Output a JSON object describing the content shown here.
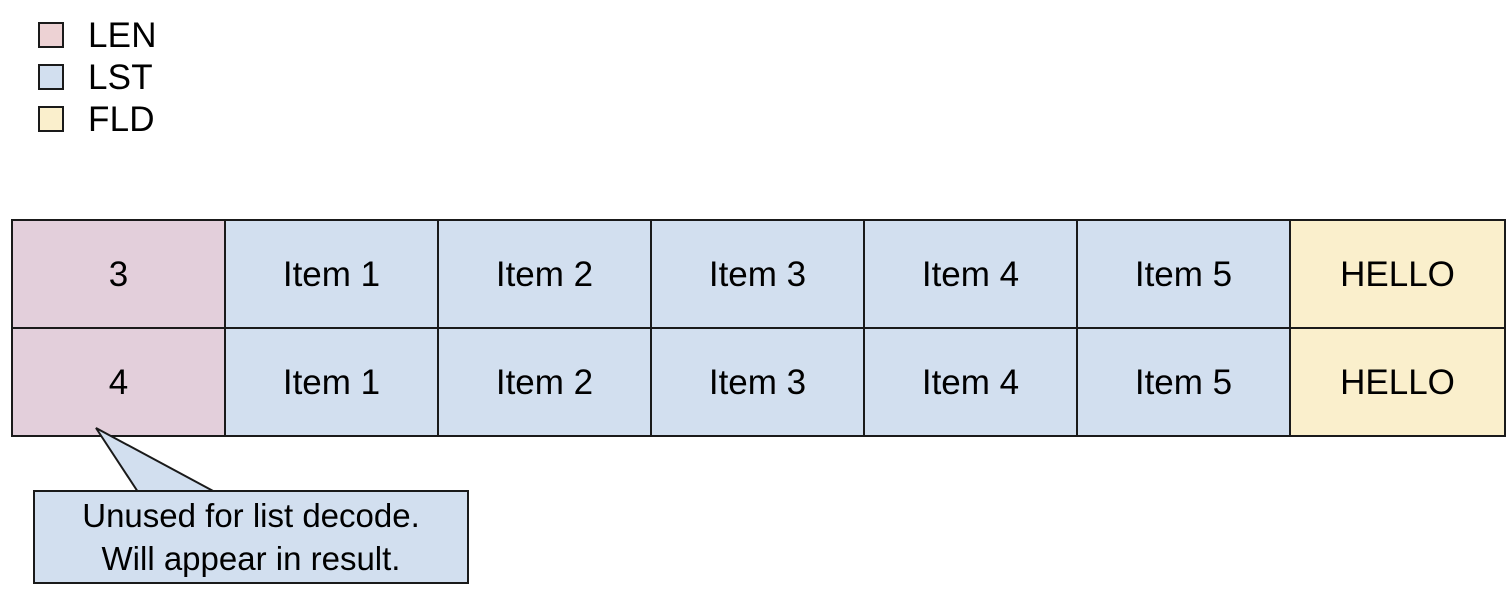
{
  "legend": {
    "items": [
      {
        "label": "LEN",
        "color": "#EDD2D4",
        "icon": "legend-swatch-icon"
      },
      {
        "label": "LST",
        "color": "#D2DFEF",
        "icon": "legend-swatch-icon"
      },
      {
        "label": "FLD",
        "color": "#FAEFCC",
        "icon": "legend-swatch-icon"
      }
    ]
  },
  "colors": {
    "len_fill": "#E3CFDB",
    "lst_fill": "#D2DFEF",
    "fld_fill": "#FAEFCC",
    "stroke": "#1a1a1a",
    "callout_fill": "#D2DFEF",
    "background": "#FFFFFF"
  },
  "table": {
    "rows": [
      {
        "len": "3",
        "list": [
          "Item 1",
          "Item 2",
          "Item 3",
          "Item 4",
          "Item 5"
        ],
        "field": "HELLO"
      },
      {
        "len": "4",
        "list": [
          "Item 1",
          "Item 2",
          "Item 3",
          "Item 4",
          "Item 5"
        ],
        "field": "HELLO"
      }
    ]
  },
  "callout": {
    "line1": "Unused for list decode.",
    "line2": "Will appear in result."
  }
}
